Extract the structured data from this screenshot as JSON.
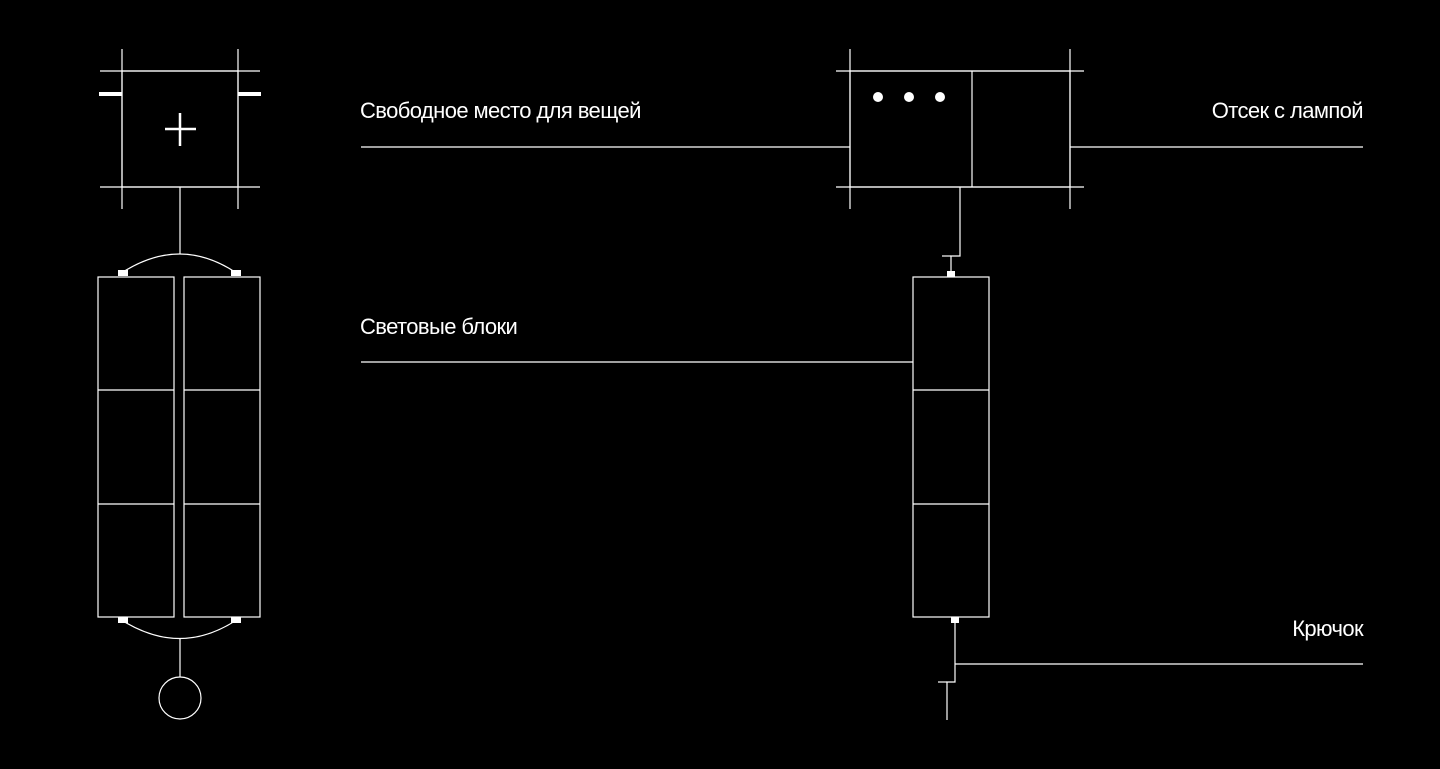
{
  "labels": {
    "storage": "Свободное место для вещей",
    "lamp_compartment": "Отсек с лампой",
    "light_blocks": "Световые блоки",
    "hook": "Крючок"
  },
  "colors": {
    "background": "#000000",
    "line": "#ffffff"
  }
}
